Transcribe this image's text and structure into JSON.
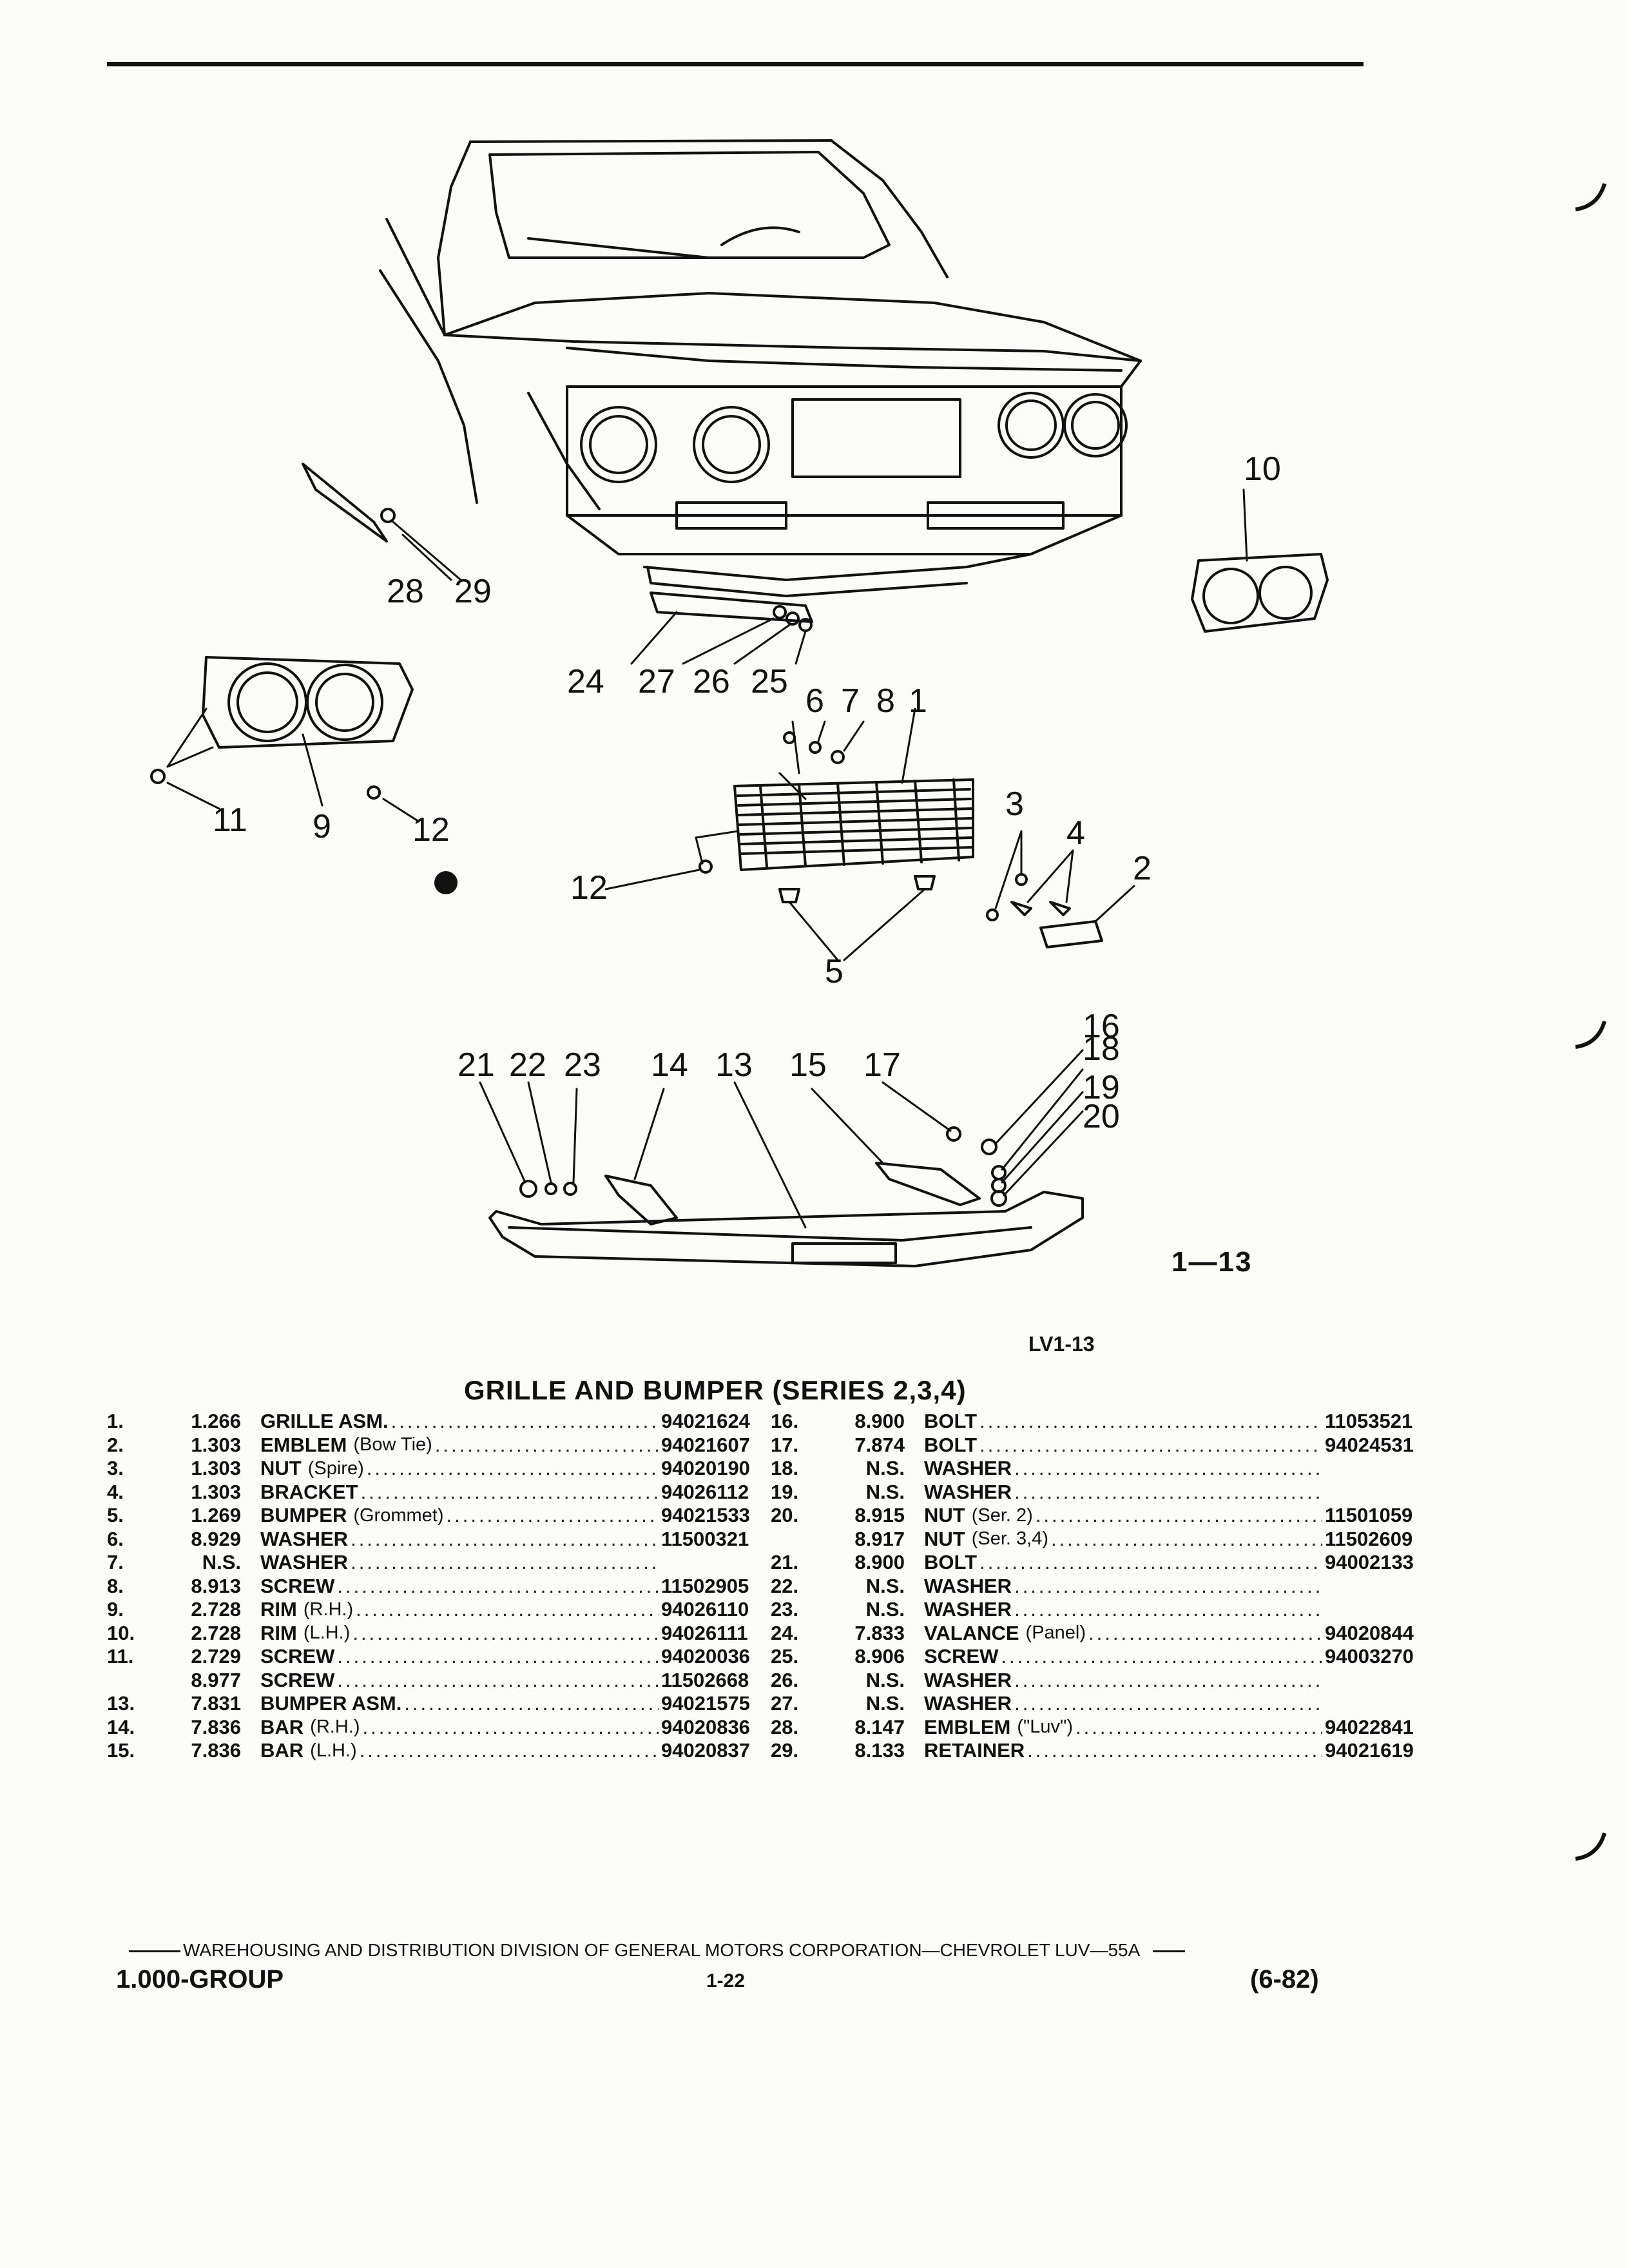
{
  "figure": {
    "callouts": [
      "10",
      "28",
      "29",
      "24",
      "27",
      "26",
      "25",
      "6",
      "7",
      "8",
      "1",
      "11",
      "9",
      "12",
      "12",
      "3",
      "4",
      "2",
      "5",
      "16",
      "18",
      "19",
      "20",
      "21",
      "22",
      "23",
      "14",
      "13",
      "15",
      "17"
    ],
    "figure_number": "1—13",
    "figure_code": "LV1-13"
  },
  "title": "GRILLE AND BUMPER (SERIES 2,3,4)",
  "parts_left": [
    {
      "no": "1.",
      "group": "1.266",
      "name": "GRILLE ASM.",
      "note": "",
      "part": "94021624"
    },
    {
      "no": "2.",
      "group": "1.303",
      "name": "EMBLEM",
      "note": "(Bow Tie)",
      "part": "94021607"
    },
    {
      "no": "3.",
      "group": "1.303",
      "name": "NUT",
      "note": "(Spire)",
      "part": "94020190"
    },
    {
      "no": "4.",
      "group": "1.303",
      "name": "BRACKET",
      "note": "",
      "part": "94026112"
    },
    {
      "no": "5.",
      "group": "1.269",
      "name": "BUMPER",
      "note": "(Grommet)",
      "part": "94021533"
    },
    {
      "no": "6.",
      "group": "8.929",
      "name": "WASHER",
      "note": "",
      "part": "11500321"
    },
    {
      "no": "7.",
      "group": "N.S.",
      "name": "WASHER",
      "note": "",
      "part": ""
    },
    {
      "no": "8.",
      "group": "8.913",
      "name": "SCREW",
      "note": "",
      "part": "11502905"
    },
    {
      "no": "9.",
      "group": "2.728",
      "name": "RIM",
      "note": "(R.H.)",
      "part": "94026110"
    },
    {
      "no": "10.",
      "group": "2.728",
      "name": "RIM",
      "note": "(L.H.)",
      "part": "94026111"
    },
    {
      "no": "11.",
      "group": "2.729",
      "name": "SCREW",
      "note": "",
      "part": "94020036"
    },
    {
      "no": "",
      "group": "8.977",
      "name": "SCREW",
      "note": "",
      "part": "11502668"
    },
    {
      "no": "13.",
      "group": "7.831",
      "name": "BUMPER ASM.",
      "note": "",
      "part": "94021575"
    },
    {
      "no": "14.",
      "group": "7.836",
      "name": "BAR",
      "note": "(R.H.)",
      "part": "94020836"
    },
    {
      "no": "15.",
      "group": "7.836",
      "name": "BAR",
      "note": "(L.H.)",
      "part": "94020837"
    }
  ],
  "parts_right": [
    {
      "no": "16.",
      "group": "8.900",
      "name": "BOLT",
      "note": "",
      "part": "11053521"
    },
    {
      "no": "17.",
      "group": "7.874",
      "name": "BOLT",
      "note": "",
      "part": "94024531"
    },
    {
      "no": "18.",
      "group": "N.S.",
      "name": "WASHER",
      "note": "",
      "part": ""
    },
    {
      "no": "19.",
      "group": "N.S.",
      "name": "WASHER",
      "note": "",
      "part": ""
    },
    {
      "no": "20.",
      "group": "8.915",
      "name": "NUT",
      "note": "(Ser. 2)",
      "part": "11501059"
    },
    {
      "no": "",
      "group": "8.917",
      "name": "NUT",
      "note": "(Ser. 3,4)",
      "part": "11502609"
    },
    {
      "no": "21.",
      "group": "8.900",
      "name": "BOLT",
      "note": "",
      "part": "94002133"
    },
    {
      "no": "22.",
      "group": "N.S.",
      "name": "WASHER",
      "note": "",
      "part": ""
    },
    {
      "no": "23.",
      "group": "N.S.",
      "name": "WASHER",
      "note": "",
      "part": ""
    },
    {
      "no": "24.",
      "group": "7.833",
      "name": "VALANCE",
      "note": "(Panel)",
      "part": "94020844"
    },
    {
      "no": "25.",
      "group": "8.906",
      "name": "SCREW",
      "note": "",
      "part": "94003270"
    },
    {
      "no": "26.",
      "group": "N.S.",
      "name": "WASHER",
      "note": "",
      "part": ""
    },
    {
      "no": "27.",
      "group": "N.S.",
      "name": "WASHER",
      "note": "",
      "part": ""
    },
    {
      "no": "28.",
      "group": "8.147",
      "name": "EMBLEM",
      "note": "(\"Luv\")",
      "part": "94022841"
    },
    {
      "no": "29.",
      "group": "8.133",
      "name": "RETAINER",
      "note": "",
      "part": "94021619"
    }
  ],
  "footer": {
    "line1": "WAREHOUSING AND DISTRIBUTION  DIVISION OF GENERAL MOTORS CORPORATION—CHEVROLET LUV—55A",
    "group": "1.000-GROUP",
    "page": "1-22",
    "date": "(6-82)"
  }
}
